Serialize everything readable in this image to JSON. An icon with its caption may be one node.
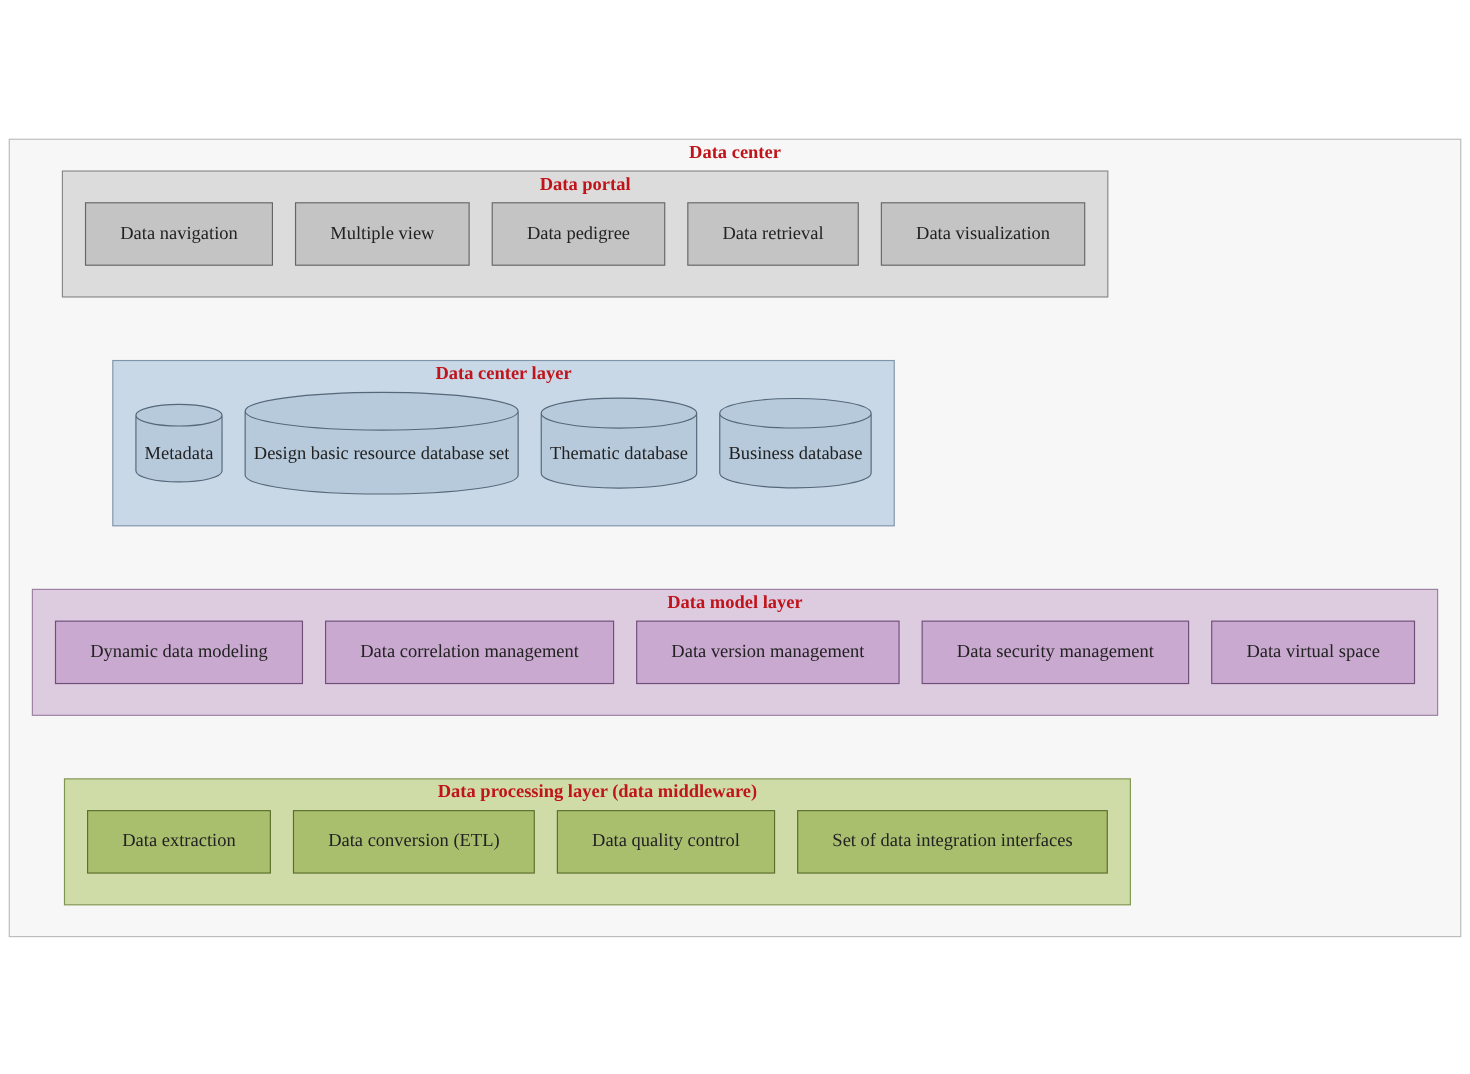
{
  "diagram": {
    "nodes": [
      {
        "text": [
          "Data center"
        ]
      },
      {
        "text": [
          "Data portal"
        ],
        "in": 0
      },
      {
        "text": [
          "Data navigation"
        ],
        "in": 1
      },
      {
        "text": [
          "Multiple view"
        ],
        "in": 1
      },
      {
        "text": [
          "Data pedigree"
        ],
        "in": 1
      },
      {
        "text": [
          "Data retrieval"
        ],
        "in": 1
      },
      {
        "text": [
          "Data visualization"
        ],
        "in": 1
      },
      {
        "text": [
          "Data center layer"
        ],
        "in": 0
      },
      {
        "text": [
          "Metadata"
        ],
        "in": 7
      },
      {
        "text": [
          "Design basic resource database set"
        ],
        "in": 7
      },
      {
        "text": [
          "Thematic database"
        ],
        "in": 7
      },
      {
        "text": [
          "Business database"
        ],
        "in": 7
      },
      {
        "text": [
          "Data model layer"
        ],
        "in": 0
      },
      {
        "text": [
          "Dynamic data modeling"
        ],
        "in": 12
      },
      {
        "text": [
          "Data correlation management"
        ],
        "in": 12
      },
      {
        "text": [
          "Data version management"
        ],
        "in": 12
      },
      {
        "text": [
          "Data security management"
        ],
        "in": 12
      },
      {
        "text": [
          "Data virtual space"
        ],
        "in": 12
      },
      {
        "text": [
          "Data processing layer (data middleware)"
        ],
        "in": 0
      },
      {
        "text": [
          "Data extraction"
        ],
        "in": 18
      },
      {
        "text": [
          "Data conversion (ETL)"
        ],
        "in": 18
      },
      {
        "text": [
          "Data quality control"
        ],
        "in": 18
      },
      {
        "text": [
          "Set of data integration interfaces"
        ],
        "in": 18
      }
    ],
    "edges": []
  }
}
